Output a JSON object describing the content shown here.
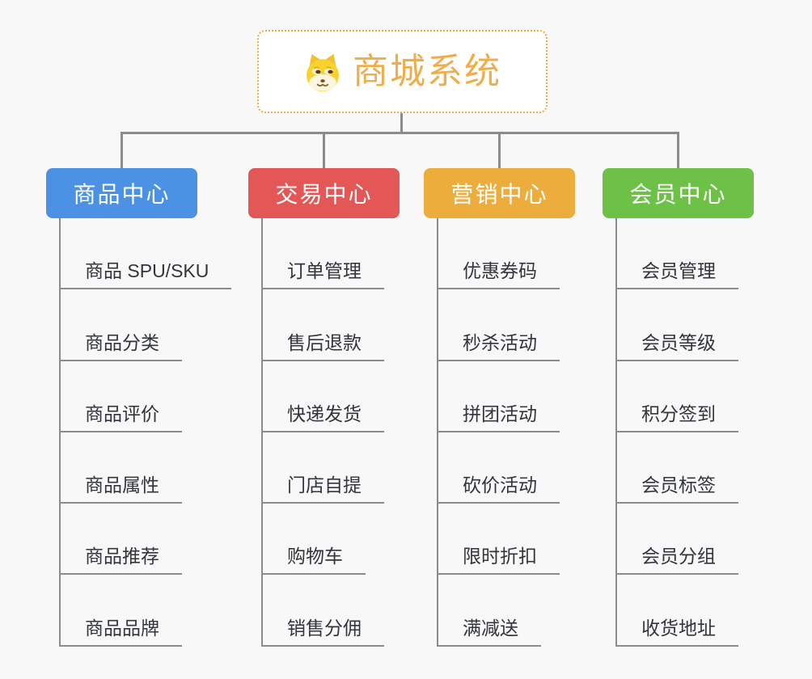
{
  "root": {
    "title": "商城系统",
    "icon": "doge-icon",
    "title_color": "#EFAD4B",
    "border_color": "#F2AB3E"
  },
  "branches": [
    {
      "label": "商品中心",
      "color": "#4C92E4",
      "items": [
        "商品 SPU/SKU",
        "商品分类",
        "商品评价",
        "商品属性",
        "商品推荐",
        "商品品牌"
      ]
    },
    {
      "label": "交易中心",
      "color": "#E35757",
      "items": [
        "订单管理",
        "售后退款",
        "快递发货",
        "门店自提",
        "购物车",
        "销售分佣"
      ]
    },
    {
      "label": "营销中心",
      "color": "#EDAD3D",
      "items": [
        "优惠券码",
        "秒杀活动",
        "拼团活动",
        "砍价活动",
        "限时折扣",
        "满减送"
      ]
    },
    {
      "label": "会员中心",
      "color": "#6DC147",
      "items": [
        "会员管理",
        "会员等级",
        "积分签到",
        "会员标签",
        "会员分组",
        "收货地址"
      ]
    }
  ],
  "colors": {
    "connector": "#8C8C8C",
    "leaf_text": "#32353B",
    "background": "#F8F8F8",
    "root_bg": "#FFFFFF"
  }
}
